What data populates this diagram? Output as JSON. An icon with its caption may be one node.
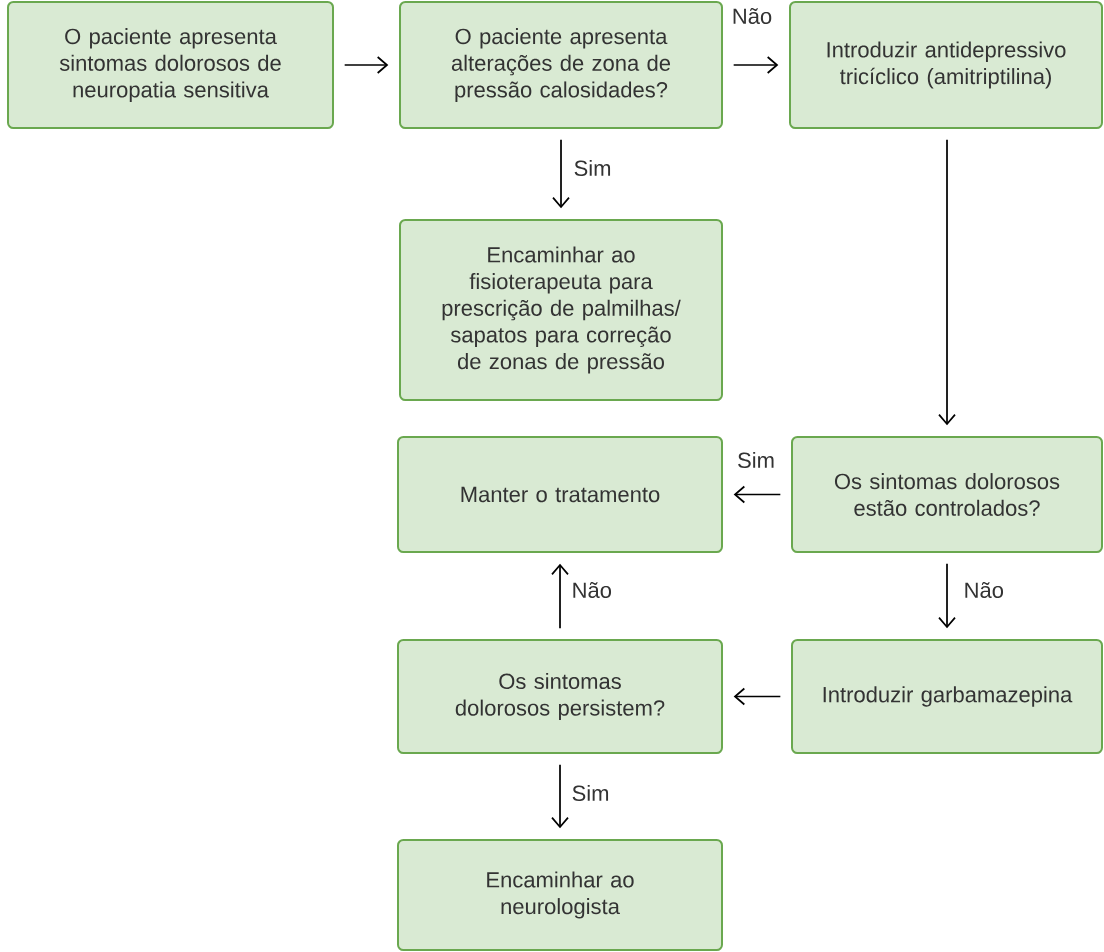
{
  "diagram": {
    "nodes": [
      {
        "text": [
          "O paciente apresenta sintomas dolorosos de neuropatia sensitiva"
        ]
      },
      {
        "text": [
          "O paciente apresenta alterações de zona de pressão calosidades?"
        ]
      },
      {
        "text": [
          "Introduzir antidepressivo tricíclico (amitriptilina)"
        ]
      },
      {
        "text": [
          "Encaminhar ao fisioterapeuta para prescrição de palmilhas/ sapatos para correção de zonas de pressão"
        ]
      },
      {
        "text": [
          "Manter o tratamento"
        ]
      },
      {
        "text": [
          "Os sintomas dolorosos estão controlados?"
        ]
      },
      {
        "text": [
          "Introduzir garbamazepina"
        ]
      },
      {
        "text": [
          "Os sintomas dolorosos persistem?"
        ]
      },
      {
        "text": [
          "Encaminhar ao neurologista"
        ]
      }
    ],
    "edges": [
      {
        "from": 0,
        "to": 1,
        "arrow": "to"
      },
      {
        "from": 1,
        "to": 2,
        "arrow": "to",
        "label": "Não"
      },
      {
        "from": 1,
        "to": 3,
        "arrow": "to",
        "label": "Sim"
      },
      {
        "from": 2,
        "to": 5,
        "arrow": "to"
      },
      {
        "from": 5,
        "to": 4,
        "arrow": "to",
        "label": "Sim"
      },
      {
        "from": 5,
        "to": 6,
        "arrow": "to",
        "label": "Não"
      },
      {
        "from": 6,
        "to": 7,
        "arrow": "to"
      },
      {
        "from": 7,
        "to": 4,
        "arrow": "to",
        "label": "Não"
      },
      {
        "from": 7,
        "to": 8,
        "arrow": "to",
        "label": "Sim"
      }
    ]
  }
}
